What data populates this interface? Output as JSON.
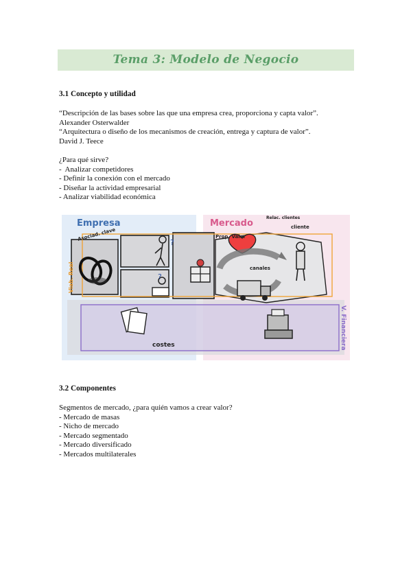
{
  "title": "Tema 3: Modelo de Negocio",
  "section1": {
    "heading": "3.1 Concepto y utilidad",
    "quote1": "“Descripción de las bases sobre las que una empresa crea, proporciona y capta valor”.",
    "author1": "Alexander Osterwalder",
    "quote2": "“Arquitectura o diseño de los mecanismos de creación, entrega y captura de valor”.",
    "author2": "David J. Teece",
    "question": "¿Para qué sirve?",
    "items": [
      "-  Analizar competidores",
      "- Definir la conexión con el mercado",
      "- Diseñar la actividad empresarial",
      "- Analizar viabilidad económica"
    ]
  },
  "diagram": {
    "empresa": "Empresa",
    "mercado": "Mercado",
    "asociados": "Asociad. clave",
    "prop_valor": "Prop. Valor",
    "relacion_clientes": "Relac. clientes",
    "cliente": "cliente",
    "canales": "canales",
    "costes": "costes",
    "viab_real": "Viab. Real",
    "v_financiera": "V. Financiera"
  },
  "section2": {
    "heading": "3.2 Componentes",
    "intro": "Segmentos de mercado, ¿para quién vamos a crear valor?",
    "items": [
      "- Mercado de masas",
      "- Nicho de mercado",
      "- Mercado segmentado",
      "- Mercado diversificado",
      "- Mercados multilaterales"
    ]
  }
}
